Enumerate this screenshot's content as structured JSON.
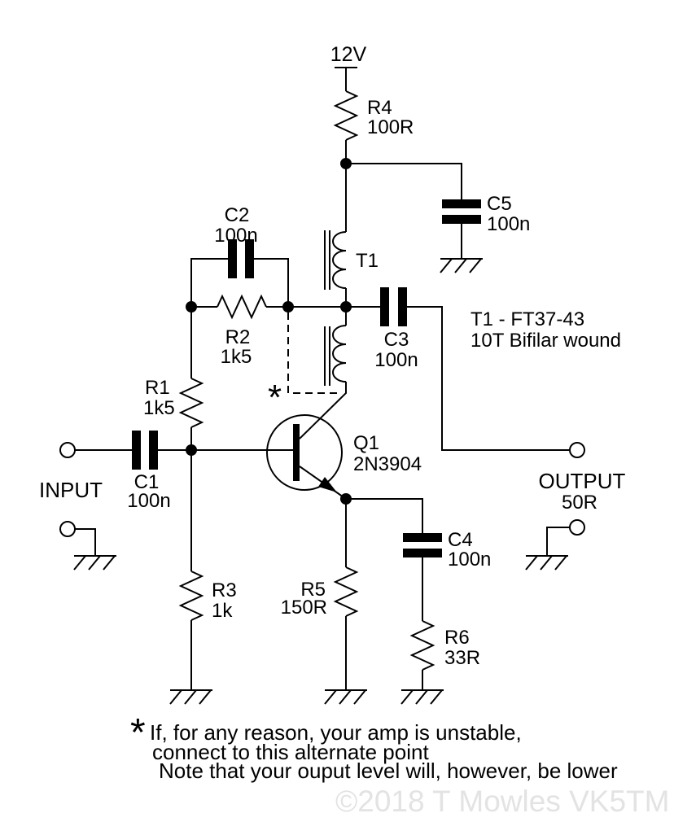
{
  "supply": {
    "voltage": "12V"
  },
  "components": {
    "r1": {
      "ref": "R1",
      "value": "1k5"
    },
    "r2": {
      "ref": "R2",
      "value": "1k5"
    },
    "r3": {
      "ref": "R3",
      "value": "1k"
    },
    "r4": {
      "ref": "R4",
      "value": "100R"
    },
    "r5": {
      "ref": "R5",
      "value": "150R"
    },
    "r6": {
      "ref": "R6",
      "value": "33R"
    },
    "c1": {
      "ref": "C1",
      "value": "100n"
    },
    "c2": {
      "ref": "C2",
      "value": "100n"
    },
    "c3": {
      "ref": "C3",
      "value": "100n"
    },
    "c4": {
      "ref": "C4",
      "value": "100n"
    },
    "c5": {
      "ref": "C5",
      "value": "100n"
    },
    "t1": {
      "ref": "T1"
    },
    "q1": {
      "ref": "Q1",
      "value": "2N3904"
    }
  },
  "ports": {
    "input": {
      "label": "INPUT"
    },
    "output": {
      "label": "OUTPUT",
      "impedance": "50R"
    }
  },
  "notes": {
    "transformer": {
      "line1": "T1 - FT37-43",
      "line2": "10T Bifilar wound"
    },
    "alternate_point_marker": "*",
    "footnote": {
      "marker": "*",
      "line1": "If, for any reason, your amp is unstable,",
      "line2": "connect to this alternate point",
      "line3": "Note that your ouput level will, however, be lower"
    }
  },
  "watermark": "©2018 T Mowles VK5TM",
  "colors": {
    "ink": "#000000",
    "background": "#ffffff",
    "watermark": "#e3e3e3"
  }
}
